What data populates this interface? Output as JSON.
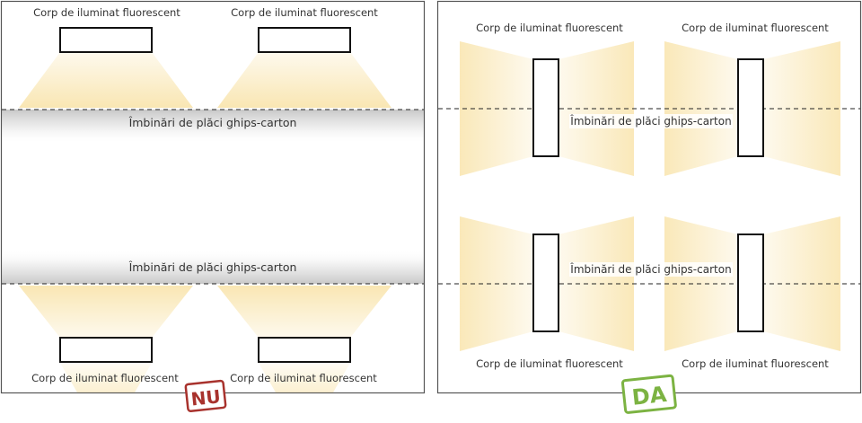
{
  "colors": {
    "light": "#f6d98a",
    "frame": "#555555",
    "fixture": "#111111",
    "seam": "#9a9a9a",
    "nu": "#a8322d",
    "da": "#7cb342"
  },
  "left_panel": {
    "fixture_label_top_1": "Corp de iluminat fluorescent",
    "fixture_label_top_2": "Corp de iluminat fluorescent",
    "joint_label_1": "Îmbinări de plăci ghips-carton",
    "joint_label_2": "Îmbinări de plăci ghips-carton",
    "fixture_label_bottom_1": "Corp de iluminat fluorescent",
    "fixture_label_bottom_2": "Corp de iluminat fluorescent",
    "stamp": "NU"
  },
  "right_panel": {
    "fixture_label_top_1": "Corp de iluminat fluorescent",
    "fixture_label_top_2": "Corp de iluminat fluorescent",
    "joint_label_1": "Îmbinări de plăci ghips-carton",
    "joint_label_2": "Îmbinări de plăci ghips-carton",
    "fixture_label_bottom_1": "Corp de iluminat fluorescent",
    "fixture_label_bottom_2": "Corp de iluminat fluorescent",
    "stamp": "DA"
  }
}
